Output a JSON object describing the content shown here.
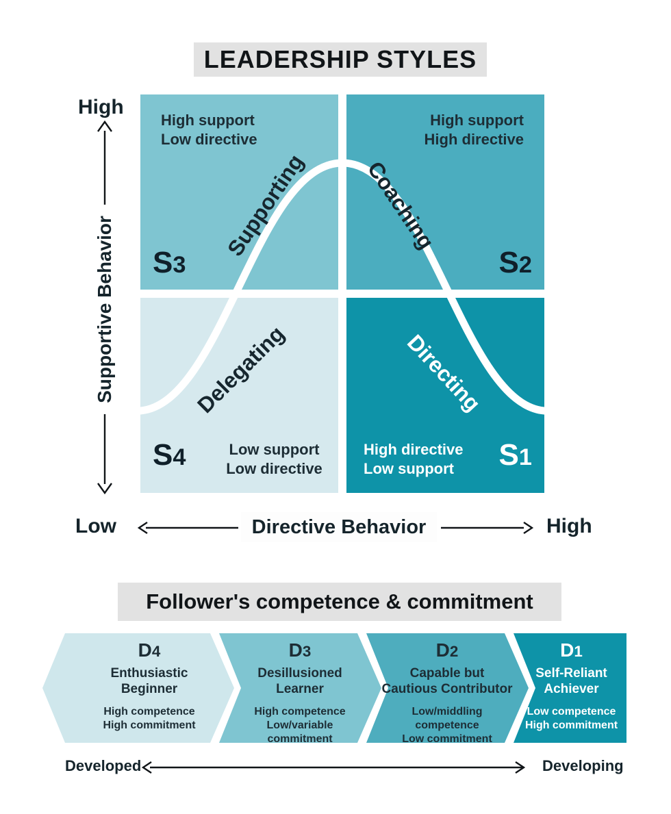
{
  "title": "LEADERSHIP STYLES",
  "colors": {
    "s3_fill": "#7fc5d1",
    "s2_fill": "#4badbf",
    "s4_fill": "#d6e9ee",
    "s1_fill": "#0e93a8",
    "d4_fill": "#cfe7ec",
    "d3_fill": "#7fc5d1",
    "d2_fill": "#4eadbe",
    "d1_fill": "#0e93a8",
    "header_bg": "#e2e2e2",
    "dark_text": "#1d2d35",
    "light_text": "#ffffff",
    "curve": "#ffffff"
  },
  "icons": {
    "y_axis_double_arrow": "↕",
    "x_axis_left_arrow": "←",
    "x_axis_right_arrow": "→",
    "development_double_arrow": "↔"
  },
  "matrix": {
    "y_axis": {
      "high_label": "High",
      "label": "Supportive Behavior"
    },
    "x_axis": {
      "low_label": "Low",
      "label": "Directive Behavior",
      "high_label": "High"
    },
    "quadrants": [
      {
        "code_letter": "S",
        "code_digit": "3",
        "style": "Supporting",
        "desc": "High support\nLow directive"
      },
      {
        "code_letter": "S",
        "code_digit": "2",
        "style": "Coaching",
        "desc": "High support\nHigh directive"
      },
      {
        "code_letter": "S",
        "code_digit": "4",
        "style": "Delegating",
        "desc": "Low support\nLow directive"
      },
      {
        "code_letter": "S",
        "code_digit": "1",
        "style": "Directing",
        "desc": "High directive\nLow support"
      }
    ]
  },
  "follower": {
    "header": "Follower's competence & commitment",
    "stages": [
      {
        "code_letter": "D",
        "code_digit": "4",
        "name": "Enthusiastic\nBeginner",
        "traits": "High competence\nHigh commitment"
      },
      {
        "code_letter": "D",
        "code_digit": "3",
        "name": "Desillusioned\nLearner",
        "traits": "High competence\nLow/variable\ncommitment"
      },
      {
        "code_letter": "D",
        "code_digit": "2",
        "name": "Capable but\nCautious Contributor",
        "traits": "Low/middling\ncompetence\nLow commitment"
      },
      {
        "code_letter": "D",
        "code_digit": "1",
        "name": "Self-Reliant\nAchiever",
        "traits": "Low competence\nHigh commitment"
      }
    ],
    "arrow": {
      "left_label": "Developed",
      "right_label": "Developing"
    }
  }
}
